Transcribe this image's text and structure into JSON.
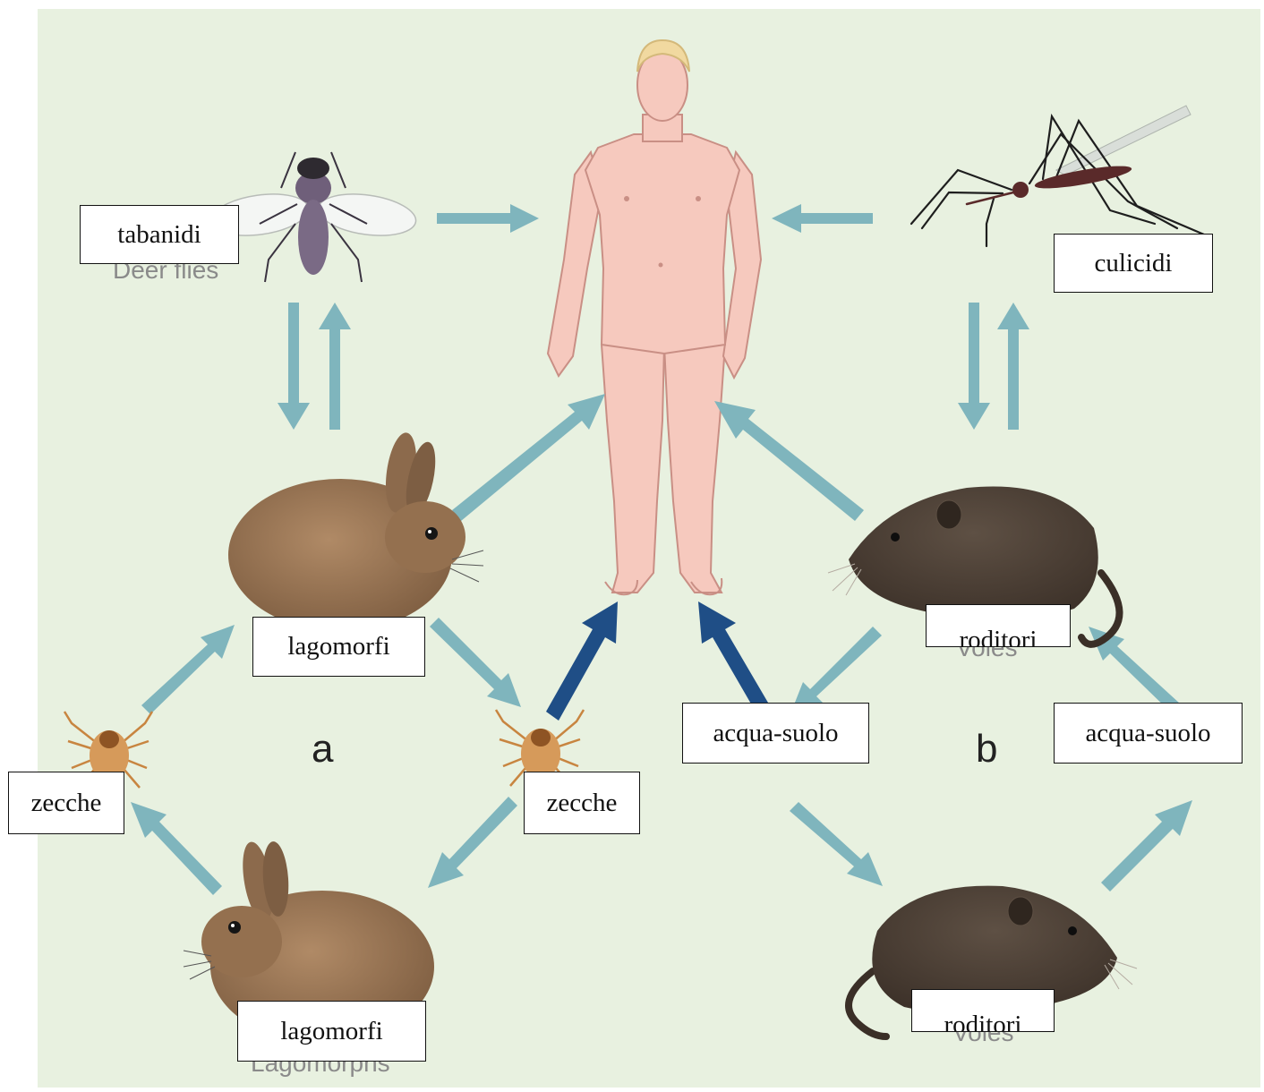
{
  "colors": {
    "background": "#e8f1e0",
    "arrow_light": "#7fb5bd",
    "arrow_dark": "#1f4e86",
    "human_skin": "#f6c9be",
    "hair": "#f1d9a0",
    "rabbit": "#8c6a4c",
    "vole": "#4a3d33",
    "tick": "#d69a5a",
    "deer_fly": "#7a6a85",
    "mosquito": "#5a2a2a"
  },
  "panel_labels": {
    "a": "a",
    "b": "b"
  },
  "labels": {
    "tabanidi": "tabanidi",
    "culicidi": "culicidi",
    "lagomorfi_top": "lagomorfi",
    "lagomorfi_bottom": "lagomorfi",
    "roditori_top": "roditori",
    "roditori_bottom": "roditori",
    "zecche_left": "zecche",
    "zecche_mid": "zecche",
    "acqua_suolo_left": "acqua-suolo",
    "acqua_suolo_right": "acqua-suolo"
  },
  "underlying_text": {
    "deer_flies": "Deer flies",
    "lagomorphs": "Lagomorphs",
    "voles": "Voles"
  },
  "icons": [
    "human-figure",
    "deer-fly-icon",
    "mosquito-icon",
    "rabbit-icon",
    "vole-icon",
    "tick-icon"
  ]
}
